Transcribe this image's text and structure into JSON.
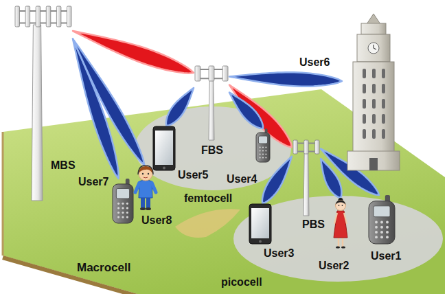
{
  "diagram": {
    "nodes": [
      {
        "text": [
          "Macrocell"
        ]
      },
      {
        "text": [
          "MBS"
        ],
        "in": 0
      },
      {
        "text": [
          "femtocell"
        ],
        "in": 0
      },
      {
        "text": [
          "FBS"
        ],
        "in": 2
      },
      {
        "text": [
          "User5"
        ],
        "in": 2
      },
      {
        "text": [
          "User4"
        ],
        "in": 2
      },
      {
        "text": [
          "picocell"
        ],
        "in": 0
      },
      {
        "text": [
          "PBS"
        ],
        "in": 6
      },
      {
        "text": [
          "User3"
        ],
        "in": 6
      },
      {
        "text": [
          "User2"
        ],
        "in": 6
      },
      {
        "text": [
          "User1"
        ],
        "in": 6
      },
      {
        "text": [
          "User7"
        ],
        "in": 0
      },
      {
        "text": [
          "User8"
        ],
        "in": 0
      },
      {
        "text": [
          "User6"
        ]
      }
    ],
    "edges": [
      {
        "from": 1,
        "to": 3,
        "arrow": "none"
      },
      {
        "from": 1,
        "to": 11,
        "arrow": "none"
      },
      {
        "from": 1,
        "to": 12,
        "arrow": "none"
      },
      {
        "from": 3,
        "to": 13,
        "arrow": "none"
      },
      {
        "from": 3,
        "to": 7,
        "arrow": "none"
      },
      {
        "from": 3,
        "to": 4,
        "arrow": "none"
      },
      {
        "from": 3,
        "to": 5,
        "arrow": "none"
      },
      {
        "from": 7,
        "to": 8,
        "arrow": "none"
      },
      {
        "from": 7,
        "to": 9,
        "arrow": "none"
      },
      {
        "from": 7,
        "to": 10,
        "arrow": "none"
      }
    ]
  }
}
